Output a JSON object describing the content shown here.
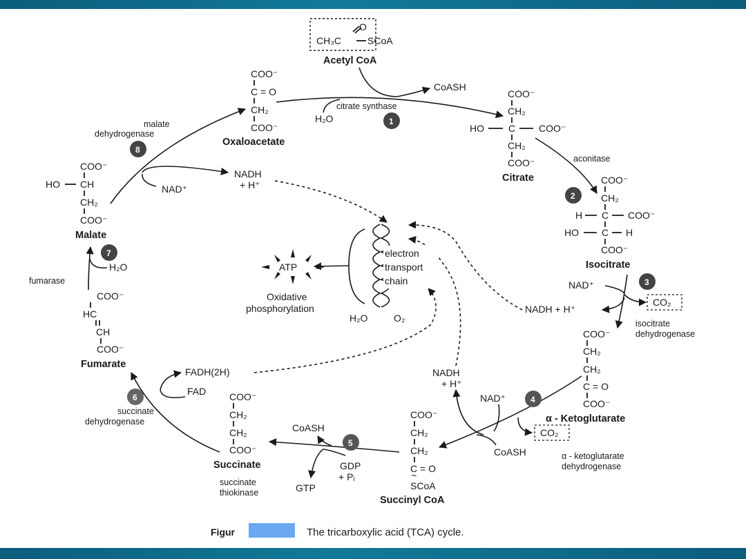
{
  "colors": {
    "frame": "#0b5d7c",
    "caption_highlight": "#6aa9f2",
    "badge": "#444444"
  },
  "acetyl_coa": {
    "formula_left": "CH₃C",
    "formula_right": "SCoA",
    "oxygen": "O",
    "name": "Acetyl CoA"
  },
  "oxaloacetate": {
    "l1": "COO⁻",
    "l2": "C = O",
    "l3": "CH₂",
    "l4": "COO⁻",
    "name": "Oxaloacetate"
  },
  "citrate": {
    "l1": "COO⁻",
    "l2": "CH₂",
    "l3a": "HO",
    "l3b": "C",
    "l3c": "COO⁻",
    "l4": "CH₂",
    "l5": "COO⁻",
    "name": "Citrate"
  },
  "isocitrate": {
    "l1": "COO⁻",
    "l2": "CH₂",
    "l3a": "H",
    "l3b": "C",
    "l3c": "COO⁻",
    "l4a": "HO",
    "l4b": "C",
    "l4c": "H",
    "l5": "COO⁻",
    "name": "Isocitrate"
  },
  "ketoglutarate": {
    "l1": "COO⁻",
    "l2": "CH₂",
    "l3": "CH₂",
    "l4": "C = O",
    "l5": "COO⁻",
    "name": "α - Ketoglutarate"
  },
  "succinyl_coa": {
    "l1": "COO⁻",
    "l2": "CH₂",
    "l3": "CH₂",
    "l4": "C = O",
    "l5": "SCoA",
    "name": "Succinyl CoA"
  },
  "succinate": {
    "l1": "COO⁻",
    "l2": "CH₂",
    "l3": "CH₂",
    "l4": "COO⁻",
    "name": "Succinate"
  },
  "fumarate": {
    "l1": "COO⁻",
    "l2": "HC",
    "l3": "CH",
    "l4": "COO⁻",
    "name": "Fumarate"
  },
  "malate": {
    "l1": "COO⁻",
    "l2a": "HO",
    "l2b": "CH",
    "l3": "CH₂",
    "l4": "COO⁻",
    "name": "Malate"
  },
  "step1": {
    "badge": "1",
    "enzyme": "citrate synthase",
    "input": "H₂O",
    "output": "CoASH"
  },
  "step2": {
    "badge": "2",
    "enzyme": "aconitase"
  },
  "step3": {
    "badge": "3",
    "enzyme_l1": "isocitrate",
    "enzyme_l2": "dehydrogenase",
    "input": "NAD⁺",
    "output": "NADH + H⁺",
    "co2": "CO₂"
  },
  "step4": {
    "badge": "4",
    "enzyme_l1": "α - ketoglutarate",
    "enzyme_l2": "dehydrogenase",
    "input": "NAD⁺",
    "output_l1": "NADH",
    "output_l2": "+ H⁺",
    "co2": "CO₂",
    "coash": "CoASH"
  },
  "step5": {
    "badge": "5",
    "enzyme_l1": "succinate",
    "enzyme_l2": "thiokinase",
    "coash": "CoASH",
    "input_l1": "GDP",
    "input_l2": "+ Pᵢ",
    "output": "GTP"
  },
  "step6": {
    "badge": "6",
    "enzyme_l1": "succinate",
    "enzyme_l2": "dehydrogenase",
    "input": "FAD",
    "output": "FADH(2H)"
  },
  "step7": {
    "badge": "7",
    "enzyme": "fumarase",
    "input": "H₂O"
  },
  "step8": {
    "badge": "8",
    "enzyme_l1": "malate",
    "enzyme_l2": "dehydrogenase",
    "input": "NAD⁺",
    "output_l1": "NADH",
    "output_l2": "+ H⁺"
  },
  "etc": {
    "l1": "electron",
    "l2": "transport",
    "l3": "chain",
    "atp": "ATP",
    "ox_l1": "Oxidative",
    "ox_l2": "phosphorylation",
    "water": "H₂O",
    "oxygen": "O₂"
  },
  "caption": {
    "prefix": "Figur",
    "text": "The tricarboxylic acid (TCA) cycle."
  }
}
